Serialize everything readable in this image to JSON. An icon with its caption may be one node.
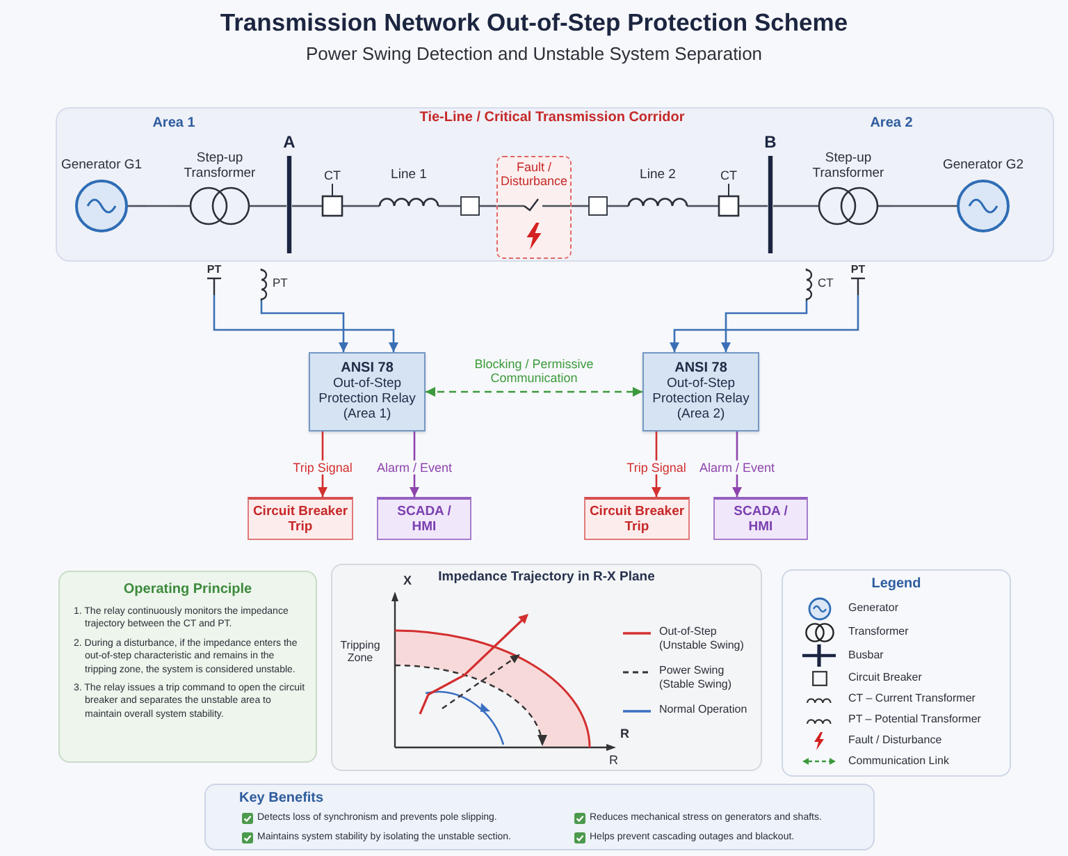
{
  "diagram": {
    "title": "Transmission Network Out-of-Step Protection Scheme",
    "nodes": [
      {
        "text": [
          "Area 1",
          "Tie-Line / Critical Transmission Corridor",
          "Area 2"
        ]
      },
      {
        "text": [
          "Generator G1"
        ],
        "in": 0
      },
      {
        "text": [
          "Step-up Transformer"
        ],
        "in": 0
      },
      {
        "text": [
          "A"
        ],
        "in": 0
      },
      {
        "text": [
          "CT"
        ],
        "in": 0
      },
      {
        "text": [
          "Line 1"
        ],
        "in": 0
      },
      {
        "text": [],
        "shape": "box",
        "in": 0
      },
      {
        "text": [
          "Fault / Disturbance"
        ],
        "in": 0
      },
      {
        "text": [],
        "shape": "box",
        "in": 0
      },
      {
        "text": [
          "Line 2"
        ],
        "in": 0
      },
      {
        "text": [
          "CT"
        ],
        "in": 0
      },
      {
        "text": [
          "B"
        ],
        "in": 0
      },
      {
        "text": [
          "Step-up Transformer"
        ],
        "in": 0
      },
      {
        "text": [
          "Generator G2"
        ],
        "in": 0
      },
      {
        "text": [
          "PT"
        ]
      },
      {
        "text": [
          "PT"
        ]
      },
      {
        "text": [
          "CT"
        ]
      },
      {
        "text": [
          "PT"
        ]
      },
      {
        "text": [
          "ANSI 78",
          "Out-of-Step Protection Relay (Area 1)"
        ]
      },
      {
        "text": [
          "ANSI 78",
          "Out-of-Step Protection Relay (Area 2)"
        ]
      },
      {
        "text": [
          "Circuit Breaker Trip"
        ]
      },
      {
        "text": [
          "SCADA / HMI"
        ]
      },
      {
        "text": [
          "Circuit Breaker Trip"
        ]
      },
      {
        "text": [
          "SCADA / HMI"
        ]
      },
      {
        "text": [
          "Operating Principle",
          "1. The relay continuously monitors the impedance trajectory between the CT and PT.",
          "2. During a disturbance, if the impedance enters the out-of-step characteristic and remains in the tripping zone, the system is considered unstable.",
          "3. The relay issues a trip command to open the circuit breaker and separates the unstable area to maintain overall system stability."
        ]
      },
      {
        "text": [
          "Impedance Trajectory in R-X Plane"
        ]
      },
      {
        "text": [
          "Legend"
        ]
      },
      {
        "text": [
          "Key Benefits",
          "Detects loss of synchronism and prevents pole slipping.",
          "Reduces mechanical stress on generators and shafts.",
          "Maintains system stability by isolating the unstable section.",
          "Helps prevent cascading outages and blackout."
        ]
      }
    ],
    "edges": [
      {
        "from": 1,
        "to": 2,
        "arrow": "none"
      },
      {
        "from": 2,
        "to": 3,
        "arrow": "none"
      },
      {
        "from": 3,
        "to": 4,
        "arrow": "none"
      },
      {
        "from": 4,
        "to": 5,
        "arrow": "none"
      },
      {
        "from": 5,
        "to": 6,
        "arrow": "none"
      },
      {
        "from": 6,
        "to": 7,
        "arrow": "none"
      },
      {
        "from": 7,
        "to": 8,
        "arrow": "none"
      },
      {
        "from": 8,
        "to": 9,
        "arrow": "none"
      },
      {
        "from": 9,
        "to": 10,
        "arrow": "none"
      },
      {
        "from": 10,
        "to": 11,
        "arrow": "none"
      },
      {
        "from": 11,
        "to": 12,
        "arrow": "none"
      },
      {
        "from": 12,
        "to": 13,
        "arrow": "none"
      },
      {
        "from": 14,
        "to": 18,
        "arrow": "to",
        "color": "#3a6fb5"
      },
      {
        "from": 15,
        "to": 18,
        "arrow": "to",
        "color": "#3a6fb5"
      },
      {
        "from": 16,
        "to": 19,
        "arrow": "to",
        "color": "#3a6fb5"
      },
      {
        "from": 17,
        "to": 19,
        "arrow": "to",
        "color": "#3a6fb5"
      },
      {
        "from": 18,
        "to": 19,
        "arrow": "both",
        "label": "Blocking / Permissive Communication",
        "style": "dashed",
        "color": "#3c9a3c"
      },
      {
        "from": 18,
        "to": 20,
        "arrow": "to",
        "label": "Trip Signal",
        "color": "#d32f2f"
      },
      {
        "from": 18,
        "to": 21,
        "arrow": "to",
        "label": "Alarm / Event",
        "color": "#8e44ad"
      },
      {
        "from": 19,
        "to": 22,
        "arrow": "to",
        "label": "Trip Signal",
        "color": "#d32f2f"
      },
      {
        "from": 19,
        "to": 23,
        "arrow": "to",
        "label": "Alarm / Event",
        "color": "#8e44ad"
      }
    ],
    "labels": [
      "Power Swing Detection and Unstable System Separation",
      "X",
      "Tripping Zone",
      "R",
      "R"
    ],
    "legend": [
      {
        "text": "Out-of-Step (Unstable Swing)"
      },
      {
        "text": "Power Swing (Stable Swing)"
      },
      {
        "text": "Normal Operation"
      },
      {
        "text": "Generator"
      },
      {
        "text": "Transformer"
      },
      {
        "text": "Busbar"
      },
      {
        "text": "Circuit Breaker"
      },
      {
        "text": "CT – Current Transformer"
      },
      {
        "text": "PT – Potential Transformer"
      },
      {
        "text": "Fault / Disturbance"
      },
      {
        "text": "Communication Link"
      }
    ]
  }
}
